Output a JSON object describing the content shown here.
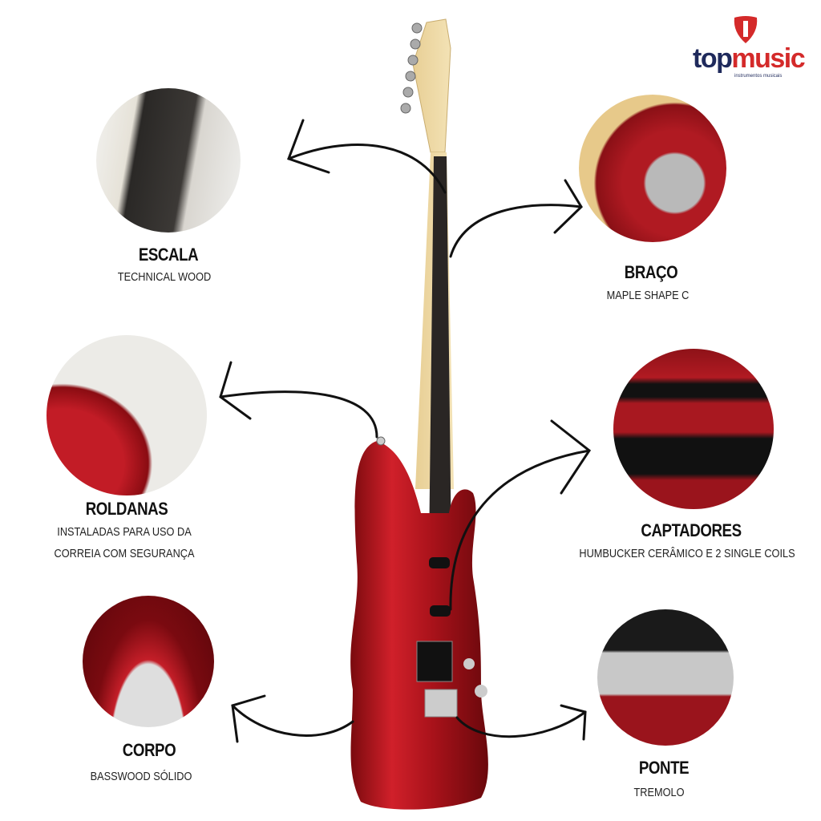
{
  "brand": {
    "name_part1": "top",
    "name_part2": "music",
    "tagline": "instrumentos musicais",
    "colors": {
      "dark": "#1f2a5c",
      "red": "#d42a2a"
    }
  },
  "features": [
    {
      "title": "ESCALA",
      "lines": [
        "TECHNICAL WOOD"
      ]
    },
    {
      "title": "BRAÇO",
      "lines": [
        "MAPLE SHAPE C"
      ]
    },
    {
      "title": "ROLDANAS",
      "lines": [
        "INSTALADAS PARA USO DA",
        "CORREIA COM SEGURANÇA"
      ]
    },
    {
      "title": "CAPTADORES",
      "lines": [
        "HUMBUCKER CERÂMICO E 2 SINGLE COILS"
      ]
    },
    {
      "title": "CORPO",
      "lines": [
        "BASSWOOD SÓLIDO"
      ]
    },
    {
      "title": "PONTE",
      "lines": [
        "TREMOLO"
      ]
    }
  ]
}
